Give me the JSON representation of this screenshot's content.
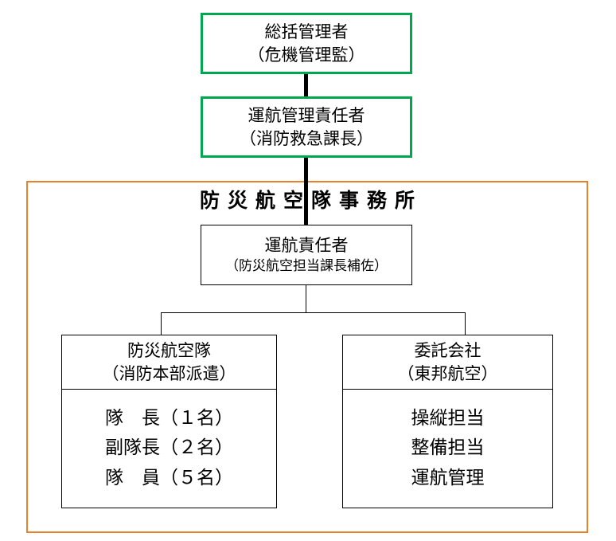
{
  "diagram": {
    "type": "organization-chart",
    "colors": {
      "green_border": "#00a650",
      "orange_border": "#e8802c",
      "line": "#000000",
      "background": "#ffffff"
    },
    "top_nodes": [
      {
        "id": "general-manager",
        "title": "総括管理者",
        "subtitle": "（危機管理監）"
      },
      {
        "id": "flight-operations-manager",
        "title": "運航管理責任者",
        "subtitle": "（消防救急課長）"
      }
    ],
    "office": {
      "title": "防災航空隊事務所",
      "chief": {
        "id": "operations-chief",
        "title": "運航責任者",
        "subtitle": "（防災航空担当課長補佐）"
      },
      "units": [
        {
          "id": "air-rescue-unit",
          "title": "防災航空隊",
          "subtitle": "（消防本部派遣）",
          "members": [
            "隊　長（１名）",
            "副隊長（２名）",
            "隊　員（５名）"
          ]
        },
        {
          "id": "contracted-company",
          "title": "委託会社",
          "subtitle": "（東邦航空）",
          "members": [
            "操縦担当",
            "整備担当",
            "運航管理"
          ]
        }
      ]
    }
  }
}
